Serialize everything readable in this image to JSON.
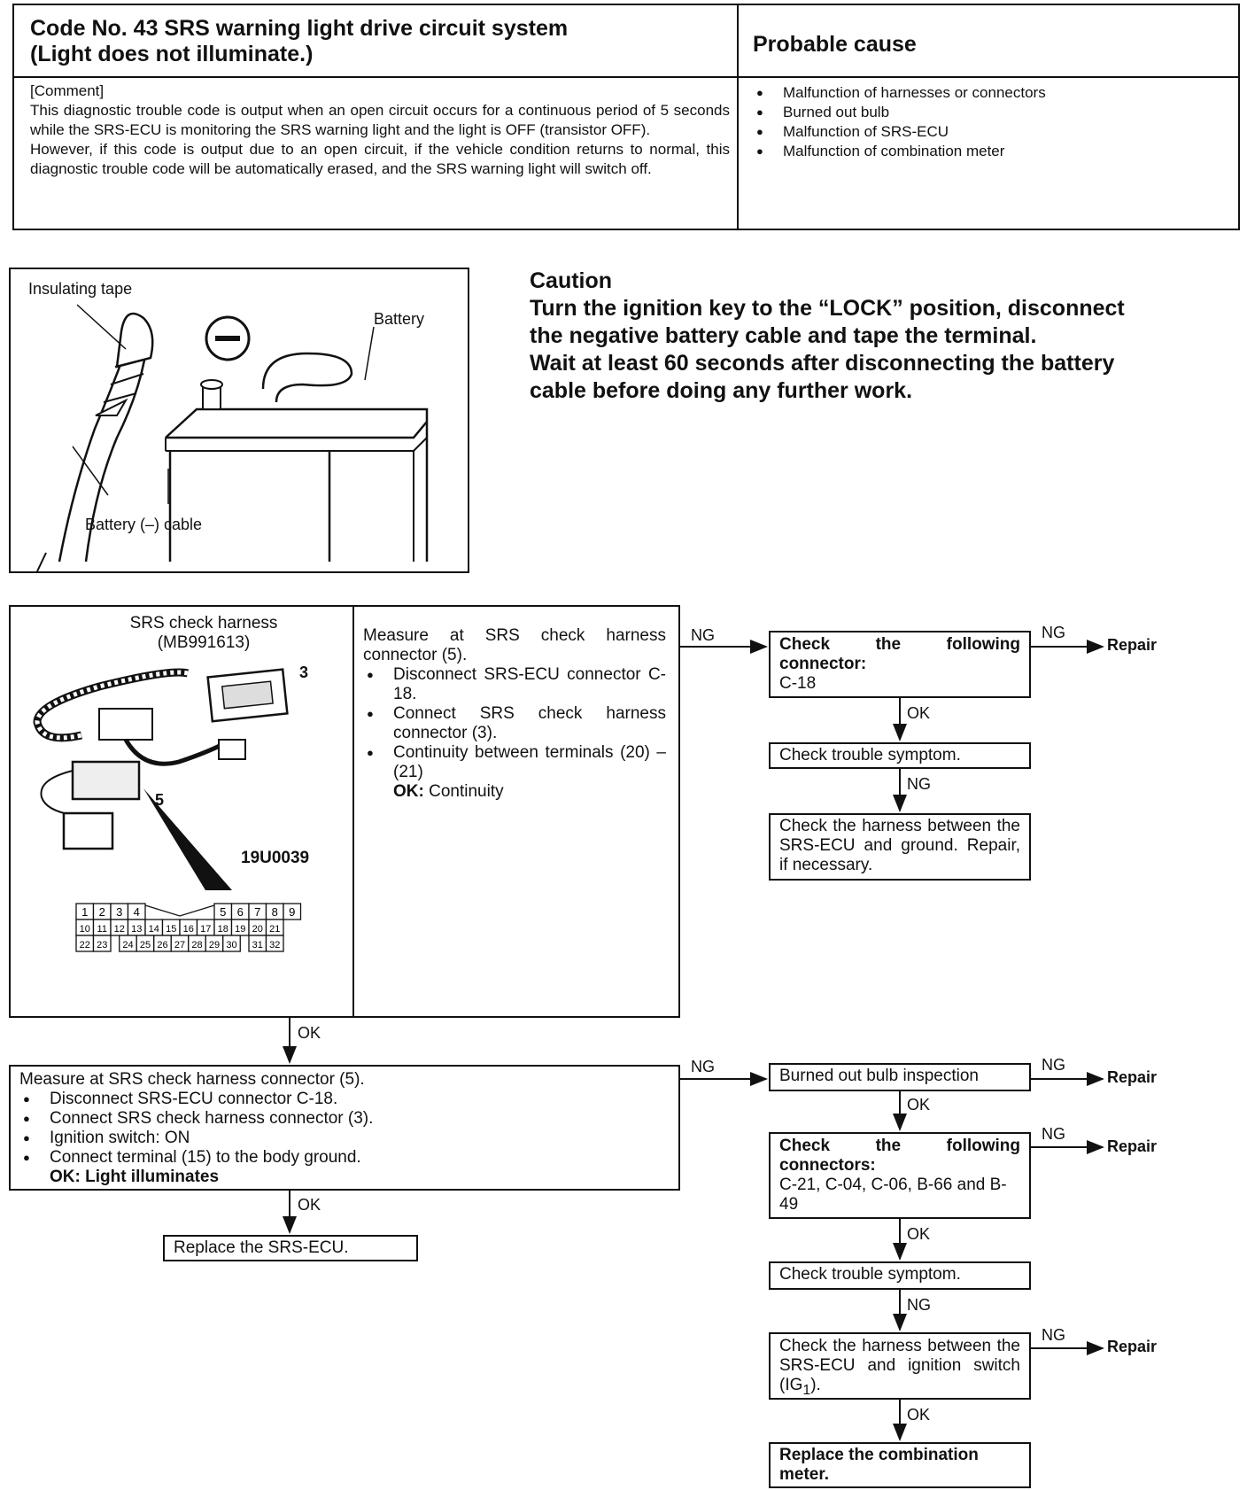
{
  "header": {
    "title_line1": "Code No. 43 SRS warning light drive circuit system",
    "title_line2": "(Light does not illuminate.)",
    "probable_cause_title": "Probable cause",
    "comment_label": "[Comment]",
    "comment_text": "This diagnostic trouble code is output when an open circuit occurs for a continuous period of 5 seconds while the SRS-ECU is monitoring the SRS warning light and the light is OFF (transistor OFF).",
    "comment_text2": "However, if this code is output due to an open circuit, if the vehicle condition returns to normal, this diagnostic trouble code will be automatically erased, and the SRS warning light will switch off.",
    "causes": [
      "Malfunction of harnesses or connectors",
      "Burned out bulb",
      "Malfunction of SRS-ECU",
      "Malfunction of combination meter"
    ]
  },
  "battery_figure": {
    "insulating_tape": "Insulating tape",
    "battery": "Battery",
    "cable": "Battery (–) cable"
  },
  "caution": {
    "title": "Caution",
    "line1": "Turn the ignition key to the “LOCK” position, disconnect",
    "line2": "the negative battery cable and tape the terminal.",
    "line3": "Wait at least 60 seconds after disconnecting the battery",
    "line4": "cable before doing any further work."
  },
  "harness_figure": {
    "title_line1": "SRS check harness",
    "title_line2": "(MB991613)",
    "label_3": "3",
    "label_5": "5",
    "fig_code": "19U0039",
    "pins_row1": [
      "1",
      "2",
      "3",
      "4",
      "5",
      "6",
      "7",
      "8",
      "9"
    ],
    "pins_row2": [
      "10",
      "11",
      "12",
      "13",
      "14",
      "15",
      "16",
      "17",
      "18",
      "19",
      "20",
      "21"
    ],
    "pins_row3": [
      "22",
      "23",
      "24",
      "25",
      "26",
      "27",
      "28",
      "29",
      "30",
      "31",
      "32"
    ]
  },
  "step1": {
    "intro": "Measure at SRS check harness connector (5).",
    "items": [
      "Disconnect SRS-ECU connector C-18.",
      "Connect SRS check harness connector (3).",
      "Continuity between terminals (20) – (21)"
    ],
    "ok_label": "OK:",
    "ok_value": "Continuity"
  },
  "step2": {
    "intro": "Measure at SRS check harness connector (5).",
    "items": [
      "Disconnect SRS-ECU connector C-18.",
      "Connect SRS check harness connector (3).",
      "Ignition switch: ON",
      "Connect terminal (15) to the body ground."
    ],
    "ok_label": "OK:",
    "ok_value": "Light illuminates"
  },
  "right_flow_a": {
    "check_conn_title": "Check the following connector:",
    "check_conn_value": "C-18",
    "check_symptom": "Check trouble symptom.",
    "check_harness": "Check the harness between the SRS-ECU and ground. Repair, if necessary."
  },
  "right_flow_b": {
    "bulb": "Burned out bulb inspection",
    "check_conns_title": "Check the following connectors:",
    "check_conns_value": "C-21, C-04, C-06, B-66 and B-49",
    "check_symptom": "Check trouble symptom.",
    "check_harness_pre": "Check the harness between the SRS-ECU and ignition switch (IG",
    "check_harness_sub": "1",
    "check_harness_post": ").",
    "replace_meter": "Replace the combination meter."
  },
  "replace_ecu": "Replace the SRS-ECU.",
  "labels": {
    "ng": "NG",
    "ok": "OK",
    "repair": "Repair"
  }
}
